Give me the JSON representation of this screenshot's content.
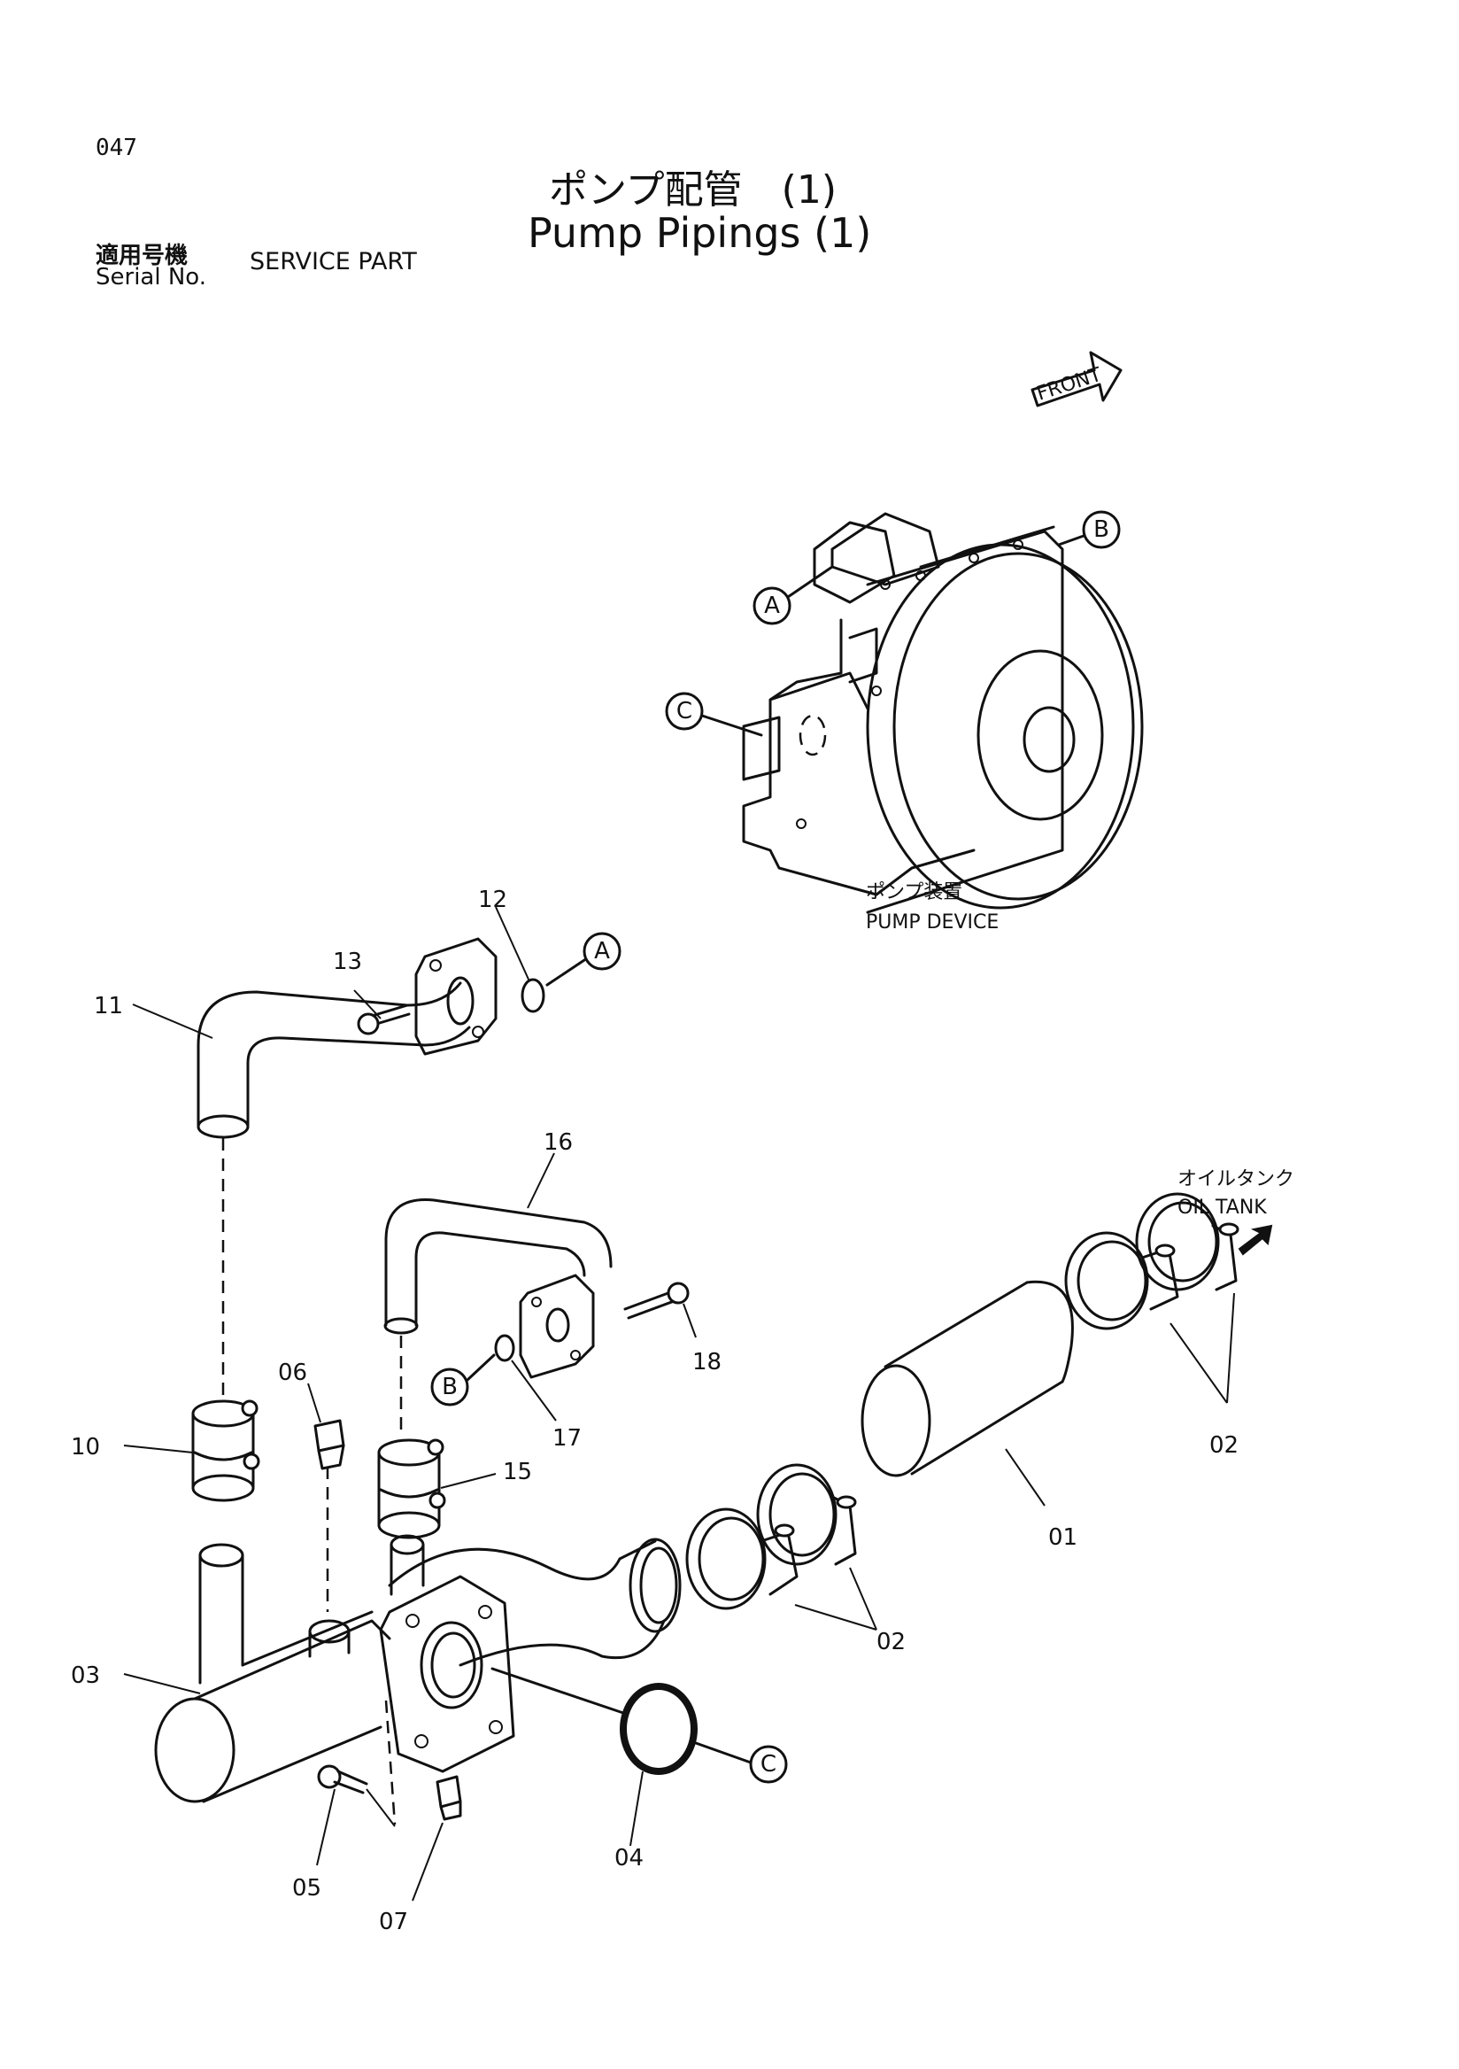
{
  "header": {
    "page_number": "047",
    "title_jp": "ポンプ配管　(1)",
    "title_en": "Pump Pipings (1)",
    "serial_label_jp": "適用号機",
    "serial_label_en": "Serial No.",
    "serial_value": "SERVICE PART"
  },
  "diagram": {
    "front_label": "FRONT",
    "pump_device_jp": "ポンプ装置",
    "pump_device_en": "PUMP DEVICE",
    "oil_tank_jp": "オイルタンク",
    "oil_tank_en": "OIL TANK",
    "refs": {
      "a": "A",
      "b": "B",
      "c": "C"
    },
    "parts": {
      "p01": "01",
      "p02a": "02",
      "p02b": "02",
      "p03": "03",
      "p04": "04",
      "p05": "05",
      "p06": "06",
      "p07": "07",
      "p10": "10",
      "p11": "11",
      "p12": "12",
      "p13": "13",
      "p15": "15",
      "p16": "16",
      "p17": "17",
      "p18": "18"
    }
  }
}
